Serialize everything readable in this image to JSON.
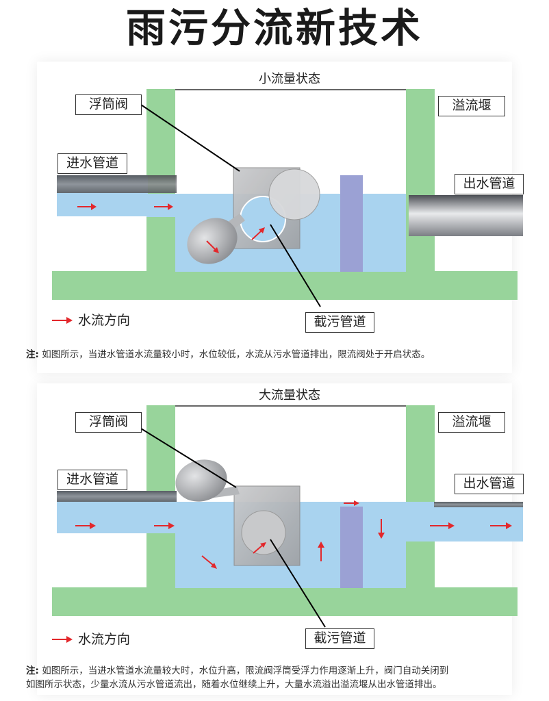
{
  "title": "雨污分流新技术",
  "colors": {
    "wall": "#98d49b",
    "water": "#a9d3ef",
    "pipe_dark": "#6d6f73",
    "weir": "#9ba1d4",
    "arrow": "#e3272b",
    "valve": "#b8b9bb"
  },
  "panel1": {
    "state": "小流量状态",
    "float_valve": "浮筒阀",
    "overflow_weir": "溢流堰",
    "inlet_pipe": "进水管道",
    "outlet_pipe": "出水管道",
    "interception_pipe": "截污管道",
    "legend": "水流方向",
    "note_prefix": "注:",
    "note": "如图所示，当进水管道水流量较小时，水位较低，水流从污水管道排出，限流阀处于开启状态。"
  },
  "panel2": {
    "state": "大流量状态",
    "float_valve": "浮筒阀",
    "overflow_weir": "溢流堰",
    "inlet_pipe": "进水管道",
    "outlet_pipe": "出水管道",
    "interception_pipe": "截污管道",
    "legend": "水流方向",
    "note_prefix": "注:",
    "note_line1": "如图所示，当进水管道水流量较大时，水位升高，限流阀浮筒受浮力作用逐渐上升，阀门自动关闭到",
    "note_line2": "如图所示状态，少量水流从污水管道流出，随着水位继续上升，大量水流溢出溢流堰从出水管道排出。"
  }
}
